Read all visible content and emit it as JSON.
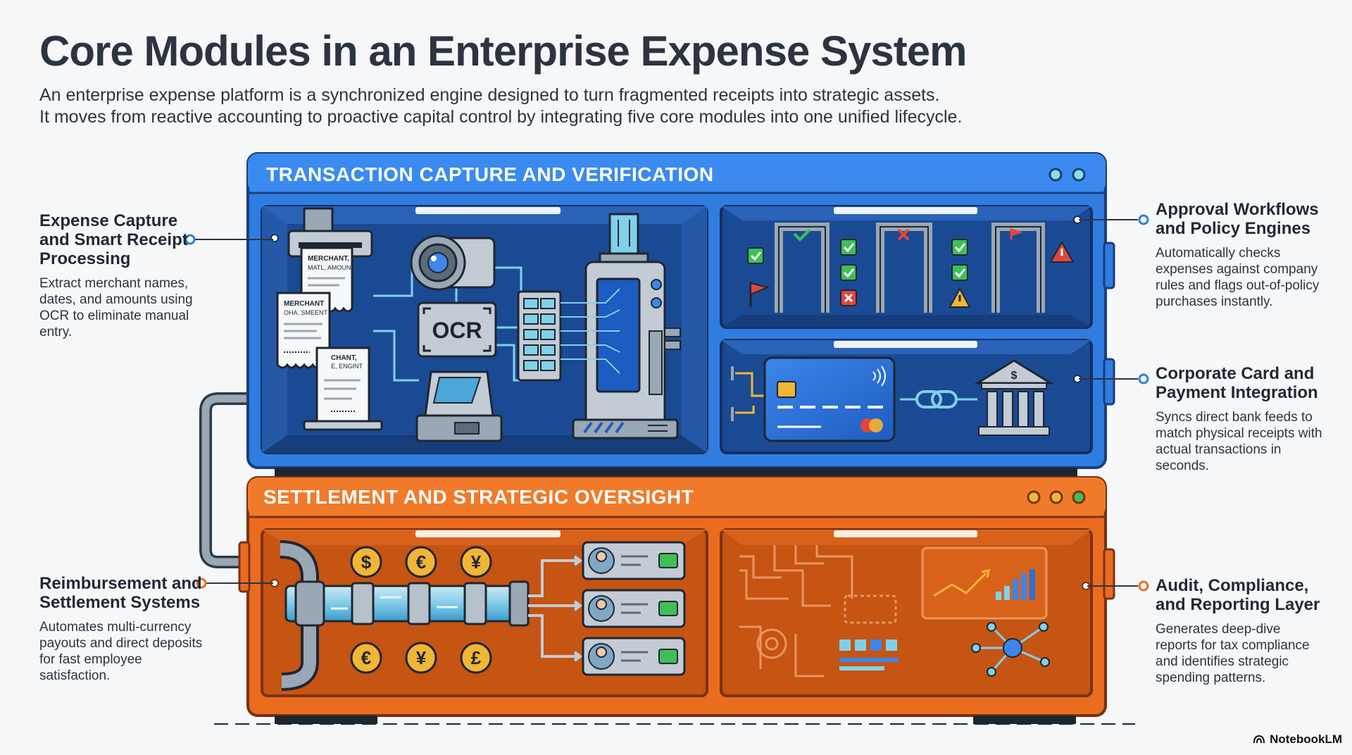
{
  "header": {
    "title": "Core Modules in an Enterprise Expense System",
    "subtitle_line1": "An enterprise expense platform is a synchronized engine designed to turn fragmented receipts into strategic assets.",
    "subtitle_line2": "It moves from reactive accounting to proactive capital control by integrating five core modules into one unified lifecycle."
  },
  "panels": {
    "top": {
      "title": "TRANSACTION CAPTURE AND VERIFICATION",
      "color": "#2f7de1"
    },
    "bottom": {
      "title": "SETTLEMENT AND STRATEGIC OVERSIGHT",
      "color": "#ea6c1f"
    }
  },
  "modules": [
    {
      "title_line1": "Expense Capture",
      "title_line2": "and Smart Receipt",
      "title_line3": "Processing",
      "desc": "Extract merchant names, dates, and amounts using OCR to eliminate manual entry."
    },
    {
      "title_line1": "Approval Workflows",
      "title_line2": "and Policy Engines",
      "desc": "Automatically checks expenses against company rules and flags out-of-policy purchases instantly."
    },
    {
      "title_line1": "Corporate Card and",
      "title_line2": "Payment Integration",
      "desc": "Syncs direct bank feeds to match physical receipts with actual transactions in seconds."
    },
    {
      "title_line1": "Reimbursement and",
      "title_line2": "Settlement Systems",
      "desc": "Automates multi-currency payouts and direct deposits for fast employee satisfaction."
    },
    {
      "title_line1": "Audit, Compliance,",
      "title_line2": "and Reporting Layer",
      "desc": "Generates deep-dive reports for tax compliance and identifies strategic spending patterns."
    }
  ],
  "illustration_labels": {
    "ocr": "OCR",
    "receipt1_line1": "MERCHANT,",
    "receipt1_line2": "MATL, AMOUNT",
    "receipt2_line1": "MERCHANT",
    "receipt2_line2": "OHA. SMEENT",
    "receipt3_line1": "CHANT,",
    "receipt3_line2": "E, ENGINT",
    "card_symbol": "$",
    "currency_top": [
      "$",
      "€",
      "¥"
    ],
    "currency_bottom": [
      "€",
      "¥",
      "£"
    ]
  },
  "brand": {
    "name": "NotebookLM"
  },
  "colors": {
    "blue": "#2f7de1",
    "orange": "#ea6c1f",
    "dark_blue": "#1b4a94",
    "dark_orange": "#c65413",
    "gold": "#f2b535",
    "ok_green": "#3fbf5a"
  }
}
